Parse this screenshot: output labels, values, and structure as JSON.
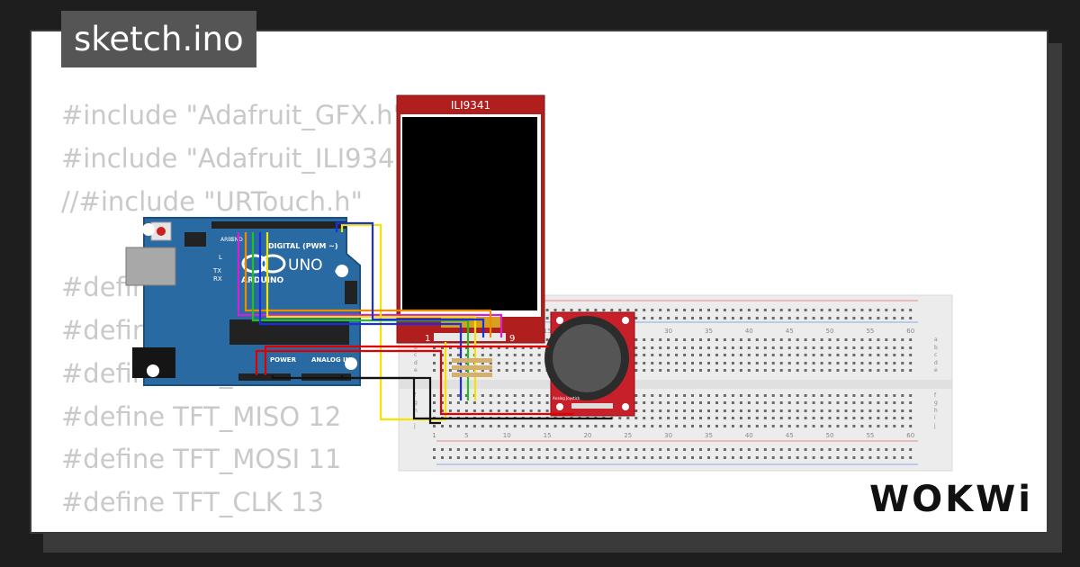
{
  "file": {
    "name": "sketch.ino"
  },
  "code_lines": [
    "#include \"Adafruit_GFX.h\"",
    "#include \"Adafruit_ILI9341.h\"",
    "//#include \"URTouch.h\"",
    "",
    "#define TFT_DC 9",
    "#define TFT_CS 10",
    "#define TFT_RST 8",
    "#define TFT_MISO 12",
    "#define TFT_MOSI 11",
    "#define TFT_CLK 13"
  ],
  "brand": {
    "logo_text": "WOKWi"
  },
  "arduino": {
    "board_label": "UNO",
    "brand_label": "ARDUINO",
    "digital_label": "DIGITAL (PWM ~)",
    "on_label": "ON",
    "power_label": "POWER",
    "analog_label": "ANALOG IN",
    "pin_aref": "AREF",
    "pin_gnd": "GND",
    "tx_label": "TX",
    "rx_label": "RX",
    "l_label": "L"
  },
  "display": {
    "title": "ILI9341",
    "pin_first": "1",
    "pin_last": "9"
  },
  "breadboard": {
    "col_numbers": [
      "1",
      "5",
      "10",
      "15",
      "20",
      "25",
      "30",
      "35",
      "40",
      "45",
      "50",
      "55",
      "60"
    ],
    "rows_top": [
      "a",
      "b",
      "c",
      "d",
      "e"
    ],
    "rows_bottom": [
      "f",
      "g",
      "h",
      "i",
      "j"
    ]
  },
  "joystick": {
    "label": "Analog Joystick"
  },
  "colors": {
    "arduino_blue": "#2a6aa3",
    "display_red": "#b01e1e",
    "joystick_red": "#c8202a",
    "wire_yellow": "#f5e400",
    "wire_magenta": "#d81fd8",
    "wire_red": "#e00000",
    "wire_black": "#111111",
    "wire_green": "#22c022",
    "wire_blue": "#1a30e0",
    "wire_orange": "#f08a00"
  }
}
